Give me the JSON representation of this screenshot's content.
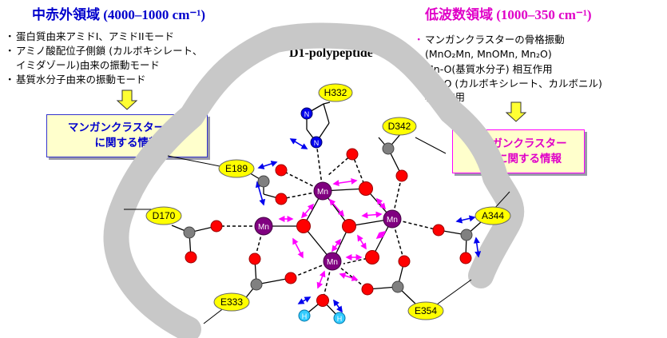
{
  "left_panel": {
    "title": "中赤外領域 (4000–1000 cm⁻¹)",
    "bullets": [
      "蛋白質由来アミドI、アミドIIモード",
      "アミノ酸配位子側鎖 (カルボキシレート、",
      "イミダゾール)由来の振動モード",
      "基質水分子由来の振動モード"
    ],
    "bullet_marks": [
      "・",
      "・",
      "",
      "・"
    ],
    "box_lines": [
      "マンガンクラスター周辺",
      "に関する情報"
    ]
  },
  "right_panel": {
    "title": "低波数領域 (1000–350 cm⁻¹)",
    "bullets": [
      "マンガンクラスターの骨格振動",
      "(MnO₂Mn, MnOMn, Mn₂O)",
      "Mn-O(基質水分子) 相互作用",
      "Mn-O (カルボキシレート、カルボニル)",
      "相互作用"
    ],
    "bullet_marks": [
      "・",
      "",
      "・",
      "・",
      ""
    ],
    "box_lines": [
      "マンガンクラスター",
      "自身に関する情報"
    ]
  },
  "diagram": {
    "protein_label": "D1-polypeptide",
    "residues": [
      "H332",
      "D342",
      "E189",
      "D170",
      "A344",
      "E333",
      "E354"
    ],
    "mn_label": "Mn",
    "n_label": "N",
    "h_label": "H",
    "colors": {
      "backbone": "#c8c8c8",
      "residue_fill": "#ffff00",
      "mn": "#800080",
      "oxygen": "#ff0000",
      "carbon": "#808080",
      "nitrogen": "#0000ee",
      "hydrogen": "#33ccff",
      "magenta_arrow": "#ff00ff",
      "blue_arrow": "#0000ee",
      "arrow_down_fill": "#ffff33"
    }
  }
}
